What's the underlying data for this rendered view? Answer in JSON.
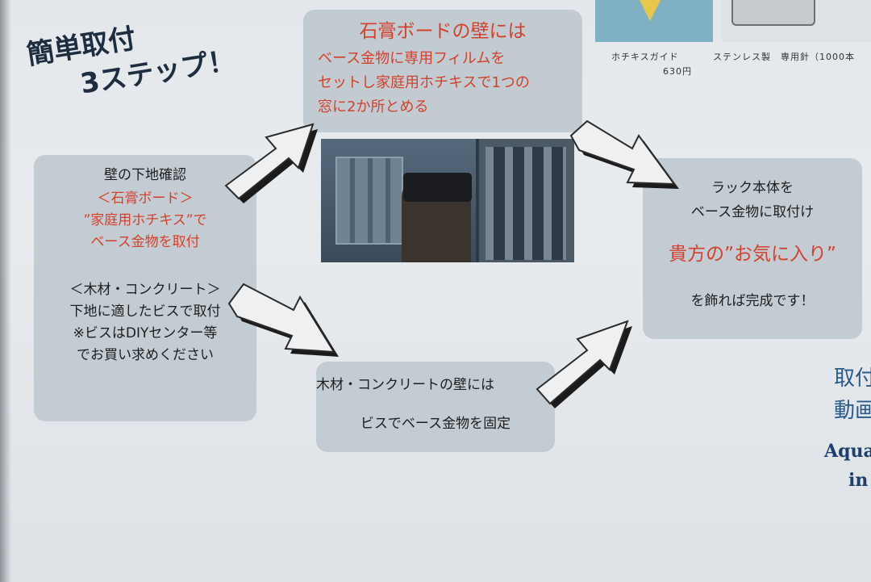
{
  "title": {
    "line1": "簡単取付",
    "line2": "3ステップ！"
  },
  "step_top": {
    "heading": "石膏ボードの壁には",
    "lines": [
      "ベース金物に専用フィルムを",
      "セットし家庭用ホチキスで1つの",
      "窓に2か所とめる"
    ]
  },
  "step_left": {
    "lines_a": [
      "壁の下地確認"
    ],
    "lines_red": [
      "＜石膏ボード＞",
      "”家庭用ホチキス”で",
      "ベース金物を取付"
    ],
    "lines_b": [
      "＜木材・コンクリート＞",
      "下地に適したビスで取付",
      "※ビスはDIYセンター等",
      "でお買い求めください"
    ]
  },
  "step_bottom": {
    "lines": [
      "木材・コンクリートの壁には",
      "ビスでベース金物を固定"
    ]
  },
  "step_right": {
    "line1": "ラック本体を",
    "line2": "ベース金物に取付け",
    "highlight": "貴方の”お気に入り”",
    "line3": "を飾れば完成です！"
  },
  "products": {
    "guide_label": "ホチキスガイド",
    "guide_price": "630円",
    "needle_label": "ステンレス製　専用針（1000本"
  },
  "right_edge": {
    "t1": "取付",
    "t2": "動画",
    "t3": "Aqua",
    "t4": "in"
  },
  "colors": {
    "red": "#d2412c",
    "box": "#c4ccd3",
    "title": "#1e2d3f"
  }
}
